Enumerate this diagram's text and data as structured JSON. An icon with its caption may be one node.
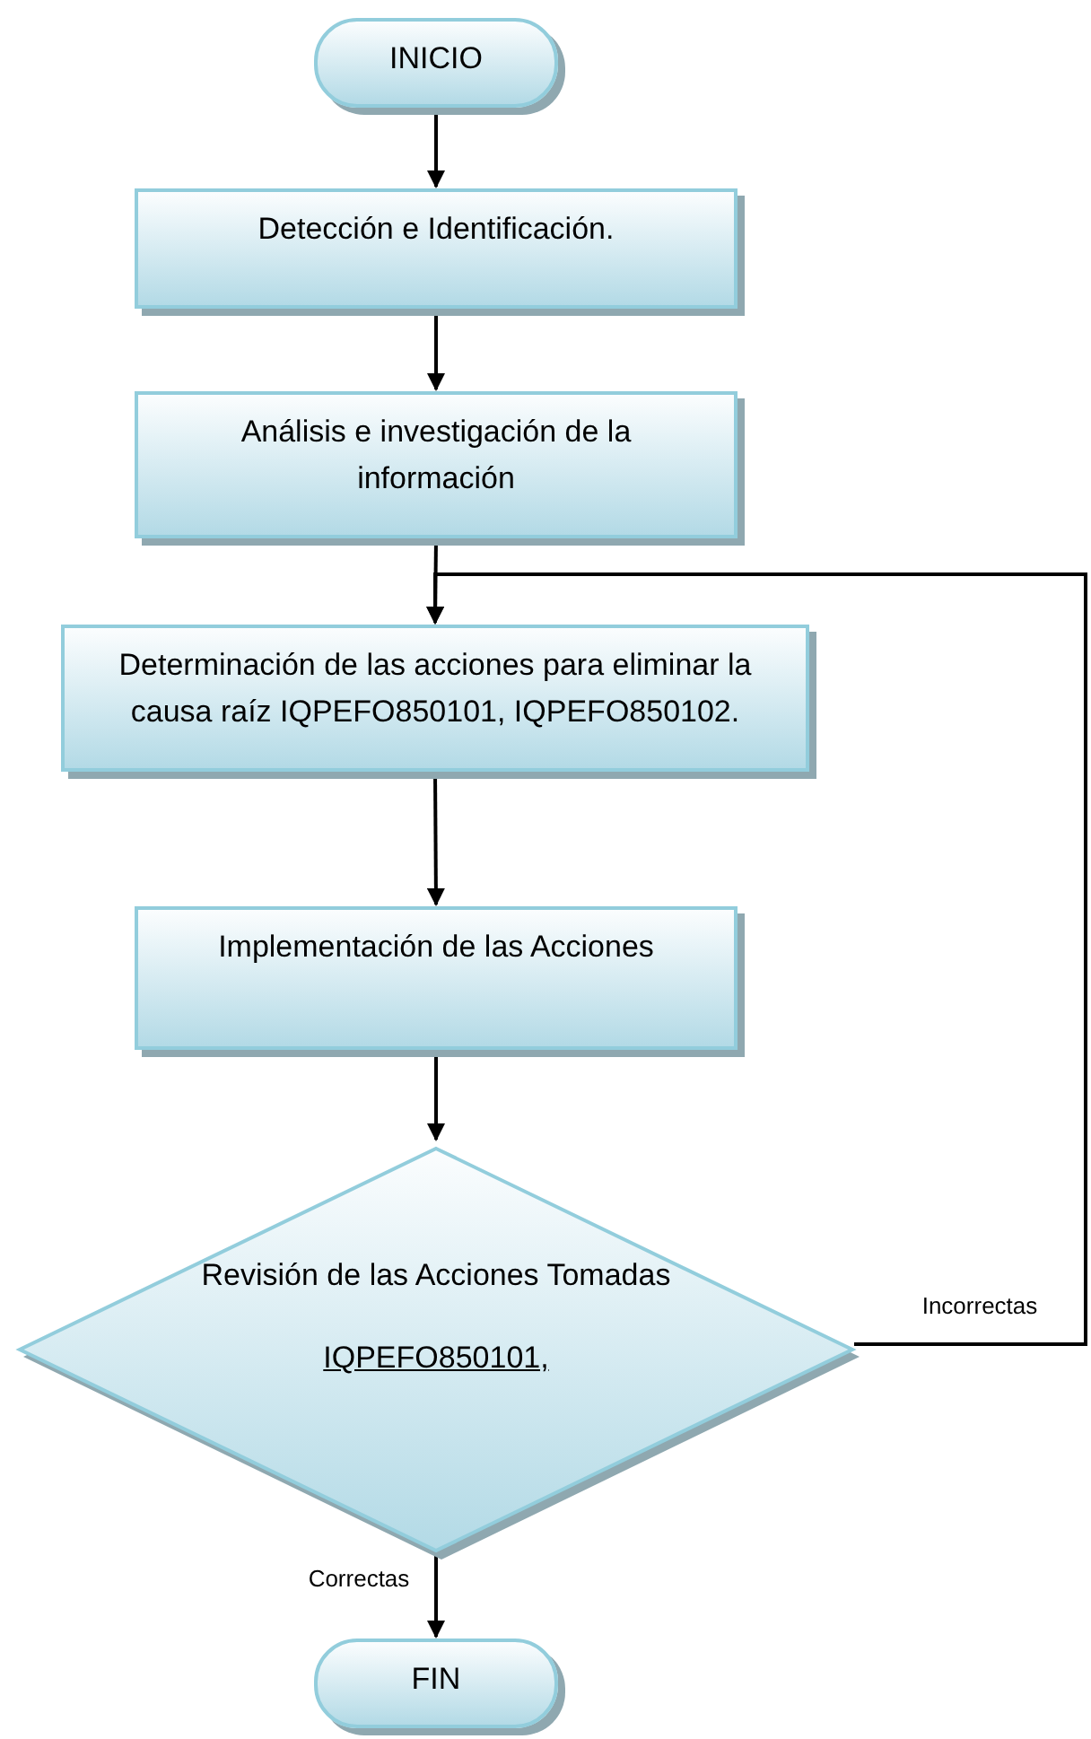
{
  "diagram": {
    "nodes": [
      {
        "text": [
          "INICIO"
        ]
      },
      {
        "text": [
          "Detección e Identificación."
        ]
      },
      {
        "text": [
          "Análisis e investigación de la información"
        ]
      },
      {
        "text": [
          "Determinación de las acciones para eliminar la causa raíz IQPEFO850101, IQPEFO850102."
        ]
      },
      {
        "text": [
          "Implementación de las Acciones"
        ]
      },
      {
        "text": [
          "Revisión de las Acciones Tomadas",
          "IQPEFO850101,"
        ]
      },
      {
        "text": [
          "FIN"
        ]
      }
    ],
    "edges": [
      {
        "from": 0,
        "to": 1,
        "arrow": "to"
      },
      {
        "from": 1,
        "to": 2,
        "arrow": "to"
      },
      {
        "from": 2,
        "to": 3,
        "arrow": "to"
      },
      {
        "from": 3,
        "to": 4,
        "arrow": "to"
      },
      {
        "from": 4,
        "to": 5,
        "arrow": "to"
      },
      {
        "from": 5,
        "to": 6,
        "arrow": "to",
        "label": "Correctas"
      },
      {
        "from": 5,
        "to": 3,
        "arrow": "to",
        "label": "Incorrectas"
      }
    ]
  }
}
